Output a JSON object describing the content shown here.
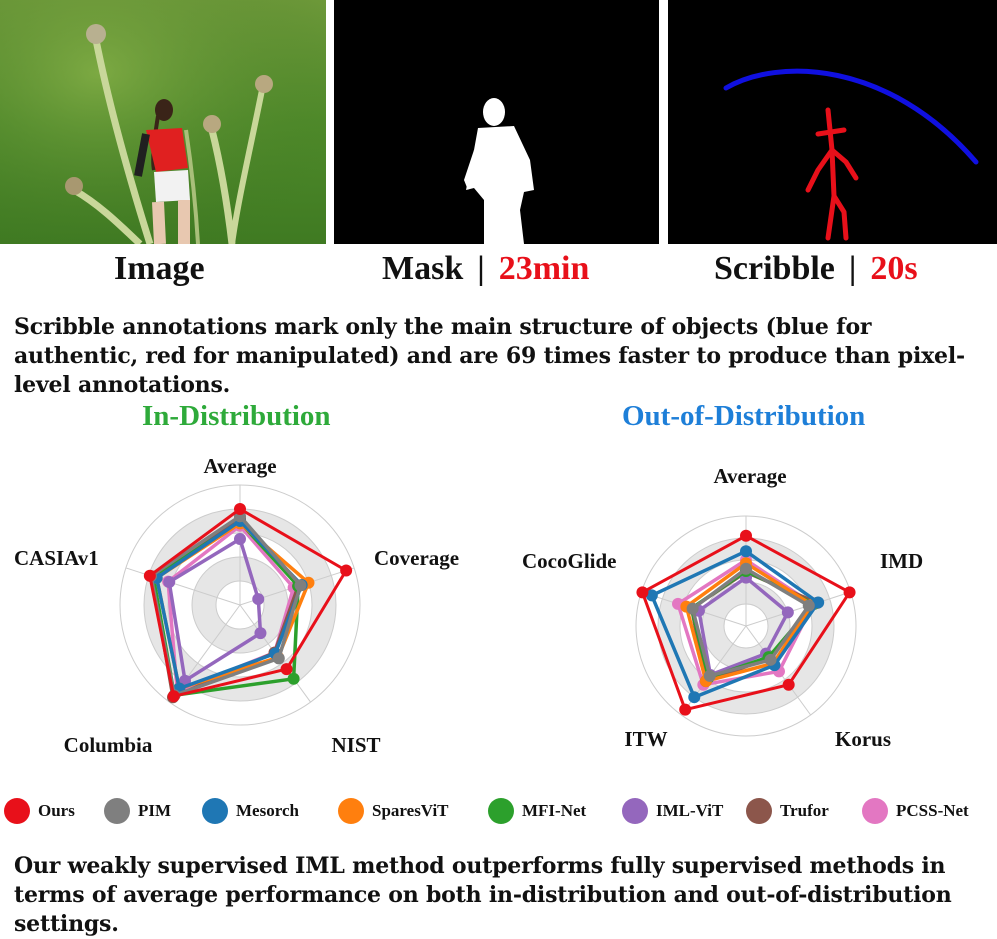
{
  "panels": {
    "image_caption": "Image",
    "mask_caption": "Mask",
    "mask_time": "23min",
    "scribble_caption": "Scribble",
    "scribble_time": "20s",
    "separator": "|"
  },
  "text": {
    "description": "Scribble annotations mark only the main structure of objects (blue for authentic, red for manipulated) and are 69 times faster to produce than pixel-level annotations.",
    "conclusion": "Our weakly supervised IML method outperforms fully supervised methods in terms of average performance on both in-distribution and out-of-distribution settings."
  },
  "colors": {
    "Ours": "#e8101a",
    "PIM": "#7f7f7f",
    "Mesorch": "#1f77b4",
    "SparesViT": "#ff7f0e",
    "MFI-Net": "#2ca02c",
    "IML-ViT": "#9467bd",
    "Trufor": "#8c564b",
    "PCSS-Net": "#e377c2",
    "in_title": "#2eaa3a",
    "out_title": "#1e7fd8",
    "scribble_blue": "#1010e0",
    "scribble_red": "#e8101a"
  },
  "legend": [
    "Ours",
    "PIM",
    "Mesorch",
    "SparesViT",
    "MFI-Net",
    "IML-ViT",
    "Trufor",
    "PCSS-Net"
  ],
  "chart_data": [
    {
      "type": "radar",
      "title": "In-Distribution",
      "axes": [
        "Average",
        "Coverage",
        "NIST",
        "Columbia",
        "CASIAv1"
      ],
      "range": [
        0,
        1
      ],
      "grid_rings": [
        0.2,
        0.4,
        0.6,
        0.8,
        1.0
      ],
      "series": [
        {
          "name": "Ours",
          "values": [
            0.8,
            0.93,
            0.66,
            0.94,
            0.79
          ]
        },
        {
          "name": "PIM",
          "values": [
            0.74,
            0.53,
            0.55,
            0.93,
            0.78
          ]
        },
        {
          "name": "Mesorch",
          "values": [
            0.7,
            0.54,
            0.5,
            0.86,
            0.73
          ]
        },
        {
          "name": "SparesViT",
          "values": [
            0.68,
            0.6,
            0.54,
            0.86,
            0.73
          ]
        },
        {
          "name": "MFI-Net",
          "values": [
            0.69,
            0.51,
            0.76,
            0.93,
            0.76
          ]
        },
        {
          "name": "IML-ViT",
          "values": [
            0.55,
            0.16,
            0.29,
            0.78,
            0.62
          ]
        },
        {
          "name": "Trufor",
          "values": [
            0.72,
            0.51,
            0.49,
            0.95,
            0.77
          ]
        },
        {
          "name": "PCSS-Net",
          "values": [
            0.66,
            0.47,
            0.49,
            0.89,
            0.63
          ]
        }
      ]
    },
    {
      "type": "radar",
      "title": "Out-of-Distribution",
      "axes": [
        "Average",
        "IMD",
        "Korus",
        "ITW",
        "CocoGlide"
      ],
      "range": [
        0,
        1
      ],
      "grid_rings": [
        0.2,
        0.4,
        0.6,
        0.8,
        1.0
      ],
      "series": [
        {
          "name": "Ours",
          "values": [
            0.82,
            0.99,
            0.66,
            0.94,
            0.99
          ]
        },
        {
          "name": "PIM",
          "values": [
            0.52,
            0.6,
            0.38,
            0.56,
            0.51
          ]
        },
        {
          "name": "Mesorch",
          "values": [
            0.68,
            0.69,
            0.44,
            0.8,
            0.9
          ]
        },
        {
          "name": "SparesViT",
          "values": [
            0.57,
            0.63,
            0.42,
            0.62,
            0.57
          ]
        },
        {
          "name": "MFI-Net",
          "values": [
            0.5,
            0.65,
            0.35,
            0.58,
            0.52
          ]
        },
        {
          "name": "IML-ViT",
          "values": [
            0.44,
            0.4,
            0.31,
            0.55,
            0.45
          ]
        },
        {
          "name": "Trufor",
          "values": [
            0.49,
            0.68,
            0.36,
            0.62,
            0.52
          ]
        },
        {
          "name": "PCSS-Net",
          "values": [
            0.6,
            0.64,
            0.51,
            0.66,
            0.65
          ]
        }
      ]
    }
  ]
}
